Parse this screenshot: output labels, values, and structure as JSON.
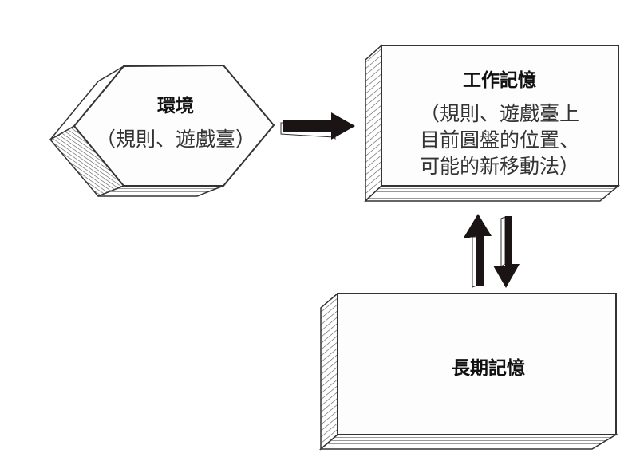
{
  "environment": {
    "title": "環境",
    "subtitle": "（規則、遊戲臺）"
  },
  "working_memory": {
    "title": "工作記憶",
    "lines": [
      "（規則、遊戲臺上",
      "目前圓盤的位置、",
      "可能的新移動法）"
    ]
  },
  "long_term_memory": {
    "title": "長期記憶"
  },
  "colors": {
    "stroke": "#333333",
    "arrow": "#1a1414",
    "face": "#fdfdfd"
  }
}
